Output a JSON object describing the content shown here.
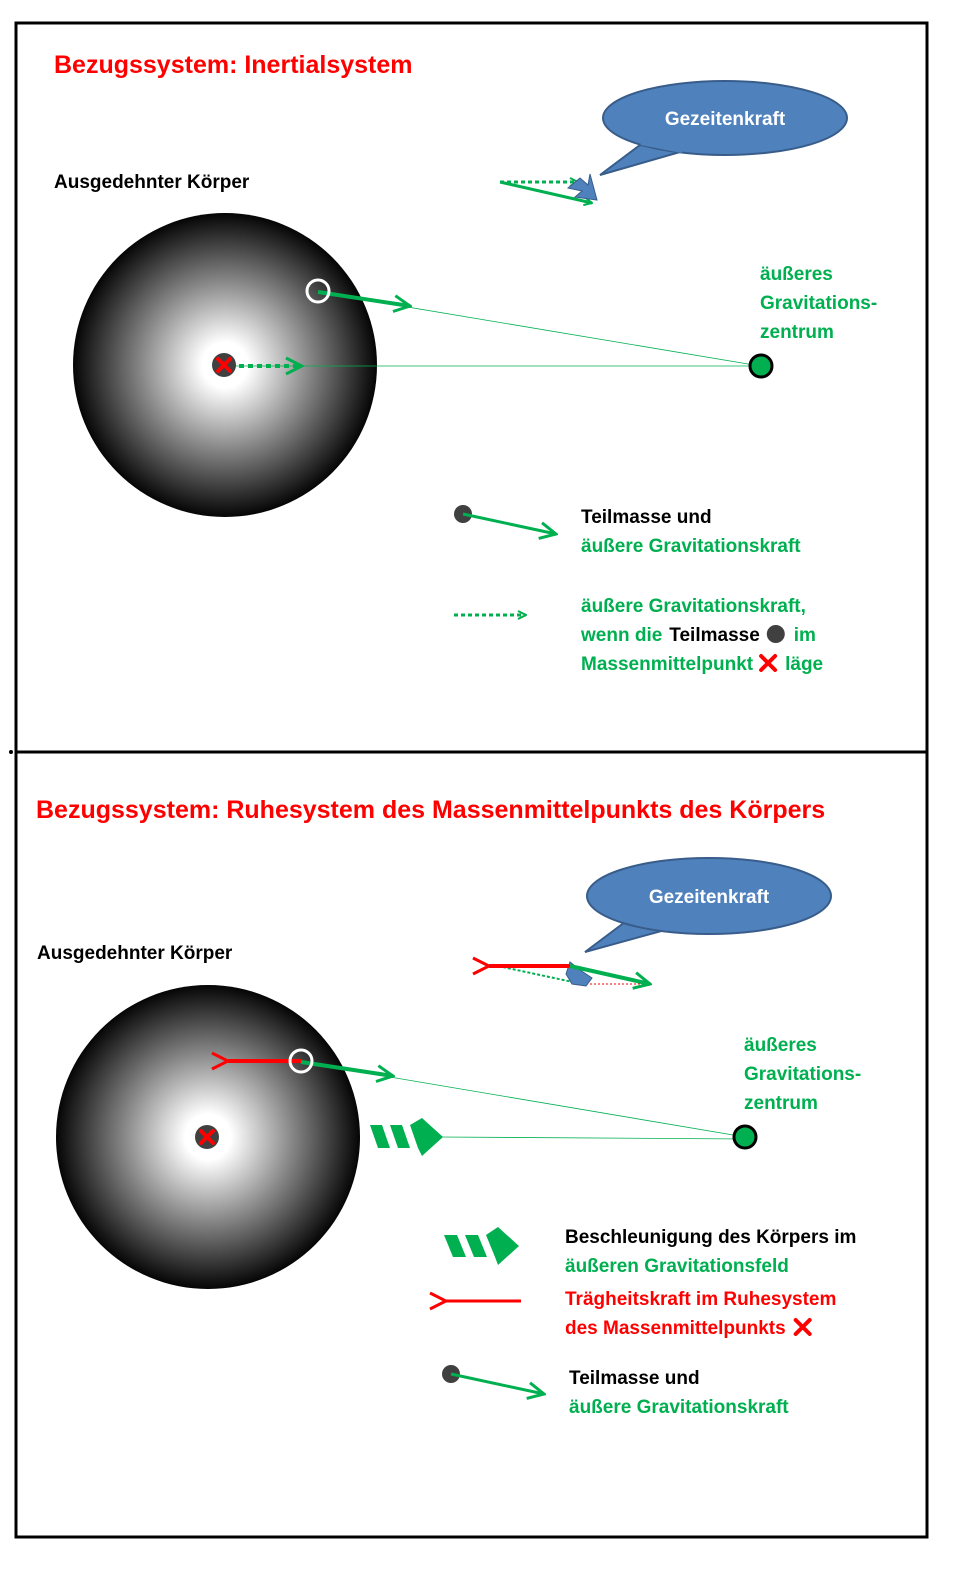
{
  "colors": {
    "red": "#ff0000",
    "green": "#00b050",
    "blue": "#4f81bd",
    "dark": "#404040"
  },
  "top": {
    "title": "Bezugssystem: Inertialsystem",
    "body_label": "Ausgedehnter Körper",
    "bubble": "Gezeitenkraft",
    "center_label": [
      "äußeres",
      "Gravitations-",
      "zentrum"
    ],
    "legend1": [
      "Teilmasse und",
      "äußere Gravitationskraft"
    ],
    "legend2": {
      "line1": "äußere Gravitationskraft,",
      "line2a": "wenn die",
      "line2b": "Teilmasse",
      "line2c": "im",
      "line3a": "Massenmittelpunkt",
      "line3b": "läge"
    }
  },
  "bottom": {
    "title": "Bezugssystem: Ruhesystem des Massenmittelpunkts des Körpers",
    "body_label": "Ausgedehnter Körper",
    "bubble": "Gezeitenkraft",
    "center_label": [
      "äußeres",
      "Gravitations-",
      "zentrum"
    ],
    "legend1": [
      "Beschleunigung des Körpers im",
      "äußeren Gravitationsfeld"
    ],
    "legend2": [
      "Trägheitskraft im Ruhesystem",
      "des Massenmittelpunkts"
    ],
    "legend3": [
      "Teilmasse und",
      "äußere Gravitationskraft"
    ]
  }
}
